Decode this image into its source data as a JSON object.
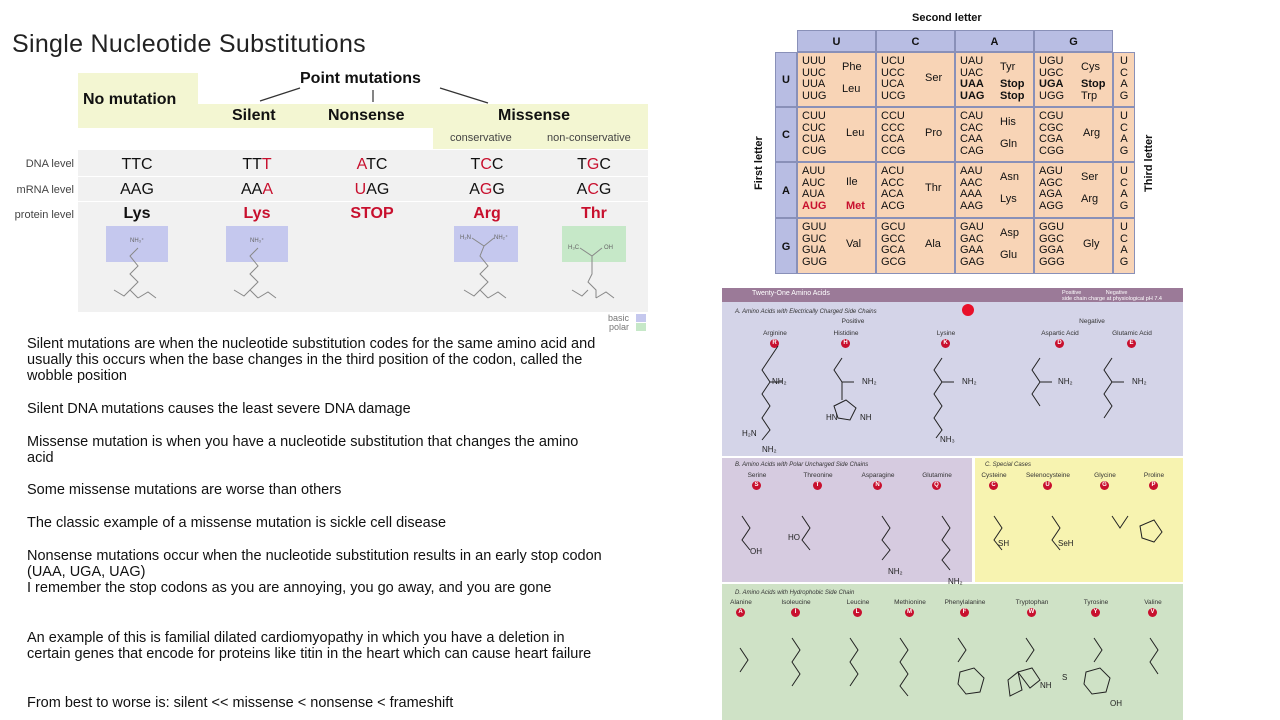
{
  "slide": {
    "title": "Single Nucleotide Substitutions"
  },
  "mutation_table": {
    "point_mutations": "Point mutations",
    "no_mutation": "No mutation",
    "columns": [
      "Silent",
      "Nonsense",
      "Missense"
    ],
    "missense_sub": [
      "conservative",
      "non-conservative"
    ],
    "row_labels": [
      "DNA level",
      "mRNA level",
      "protein level"
    ],
    "dna": [
      "TTC",
      "TTT",
      "ATC",
      "TCC",
      "TGC"
    ],
    "mrna": [
      "AAG",
      "AAA",
      "UAG",
      "AGG",
      "ACG"
    ],
    "protein": [
      "Lys",
      "Lys",
      "STOP",
      "Arg",
      "Thr"
    ],
    "legend": [
      "basic",
      "polar"
    ],
    "colors": {
      "basic": "#c5c8ee",
      "polar": "#c6e8c8",
      "highlight": "#c8102e"
    }
  },
  "notes": [
    "Silent mutations are when the nucleotide substitution codes for the same amino acid and usually this occurs when the base changes in the third position of the codon, called the wobble position",
    "Silent DNA mutations causes the least severe DNA damage",
    "Missense mutation is when you have a nucleotide substitution that changes the amino acid",
    "Some missense mutations are worse than others",
    "The classic example of a missense mutation is sickle cell disease",
    "Nonsense mutations occur when the nucleotide substitution results in an early stop codon (UAA, UGA, UAG)",
    "I remember the stop codons as you are annoying, you go away, and you are gone",
    "An example of this is familial dilated cardiomyopathy in which you have a deletion in certain genes that encode for proteins like titin in the heart which can cause heart failure",
    "From best to worse is: silent << missense < nonsense < frameshift"
  ],
  "codon_table": {
    "second_letter": "Second letter",
    "first_letter": "First letter",
    "third_letter": "Third letter",
    "bases": [
      "U",
      "C",
      "A",
      "G"
    ],
    "third_bases": "U\nC\nA\nG",
    "cells": [
      [
        "UUU\nUUC\nUUA\nUUG",
        "UCU\nUCC\nUCA\nUCG",
        "UAU\nUAC\nUAA\nUAG",
        "UGU\nUGC\nUGA\nUGG"
      ],
      [
        "CUU\nCUC\nCUA\nCUG",
        "CCU\nCCC\nCCA\nCCG",
        "CAU\nCAC\nCAA\nCAG",
        "CGU\nCGC\nCGA\nCGG"
      ],
      [
        "AUU\nAUC\nAUA\nAUG",
        "ACU\nACC\nACA\nACG",
        "AAU\nAAC\nAAA\nAAG",
        "AGU\nAGC\nAGA\nAGG"
      ],
      [
        "GUU\nGUC\nGUA\nGUG",
        "GCU\nGCC\nGCA\nGCG",
        "GAU\nGAC\nGAA\nGAG",
        "GGU\nGGC\nGGA\nGGG"
      ]
    ],
    "amino": {
      "Phe": "Phe",
      "Leu": "Leu",
      "Ser": "Ser",
      "Tyr": "Tyr",
      "Stop": "Stop",
      "Cys": "Cys",
      "Trp": "Trp",
      "Pro": "Pro",
      "His": "His",
      "Gln": "Gln",
      "Arg": "Arg",
      "Ile": "Ile",
      "Met": "Met",
      "Thr": "Thr",
      "Asn": "Asn",
      "Lys": "Lys",
      "Val": "Val",
      "Ala": "Ala",
      "Asp": "Asp",
      "Glu": "Glu",
      "Gly": "Gly"
    }
  },
  "amino_chart": {
    "title": "Twenty-One Amino Acids",
    "legend": [
      "Positive",
      "Negative"
    ],
    "legend_note": "side chain charge at physiological pH 7.4",
    "sections": [
      "A.  Amino Acids with Electrically Charged Side Chains",
      "B.  Amino Acids with Polar Uncharged Side Chains",
      "C.  Special Cases",
      "D.  Amino Acids with Hydrophobic Side Chain"
    ],
    "positive_label": "Positive",
    "negative_label": "Negative",
    "groupA": [
      [
        "Arginine",
        "R"
      ],
      [
        "Histidine",
        "H"
      ],
      [
        "Lysine",
        "K"
      ],
      [
        "Aspartic Acid",
        "D"
      ],
      [
        "Glutamic Acid",
        "E"
      ]
    ],
    "groupB": [
      [
        "Serine",
        "S"
      ],
      [
        "Threonine",
        "T"
      ],
      [
        "Asparagine",
        "N"
      ],
      [
        "Glutamine",
        "Q"
      ]
    ],
    "groupC": [
      [
        "Cysteine",
        "C"
      ],
      [
        "Selenocysteine",
        "U"
      ],
      [
        "Glycine",
        "G"
      ],
      [
        "Proline",
        "P"
      ]
    ],
    "groupD": [
      [
        "Alanine",
        "A"
      ],
      [
        "Isoleucine",
        "I"
      ],
      [
        "Leucine",
        "L"
      ],
      [
        "Methionine",
        "M"
      ],
      [
        "Phenylalanine",
        "F"
      ],
      [
        "Tryptophan",
        "W"
      ],
      [
        "Tyrosine",
        "Y"
      ],
      [
        "Valine",
        "V"
      ]
    ]
  }
}
